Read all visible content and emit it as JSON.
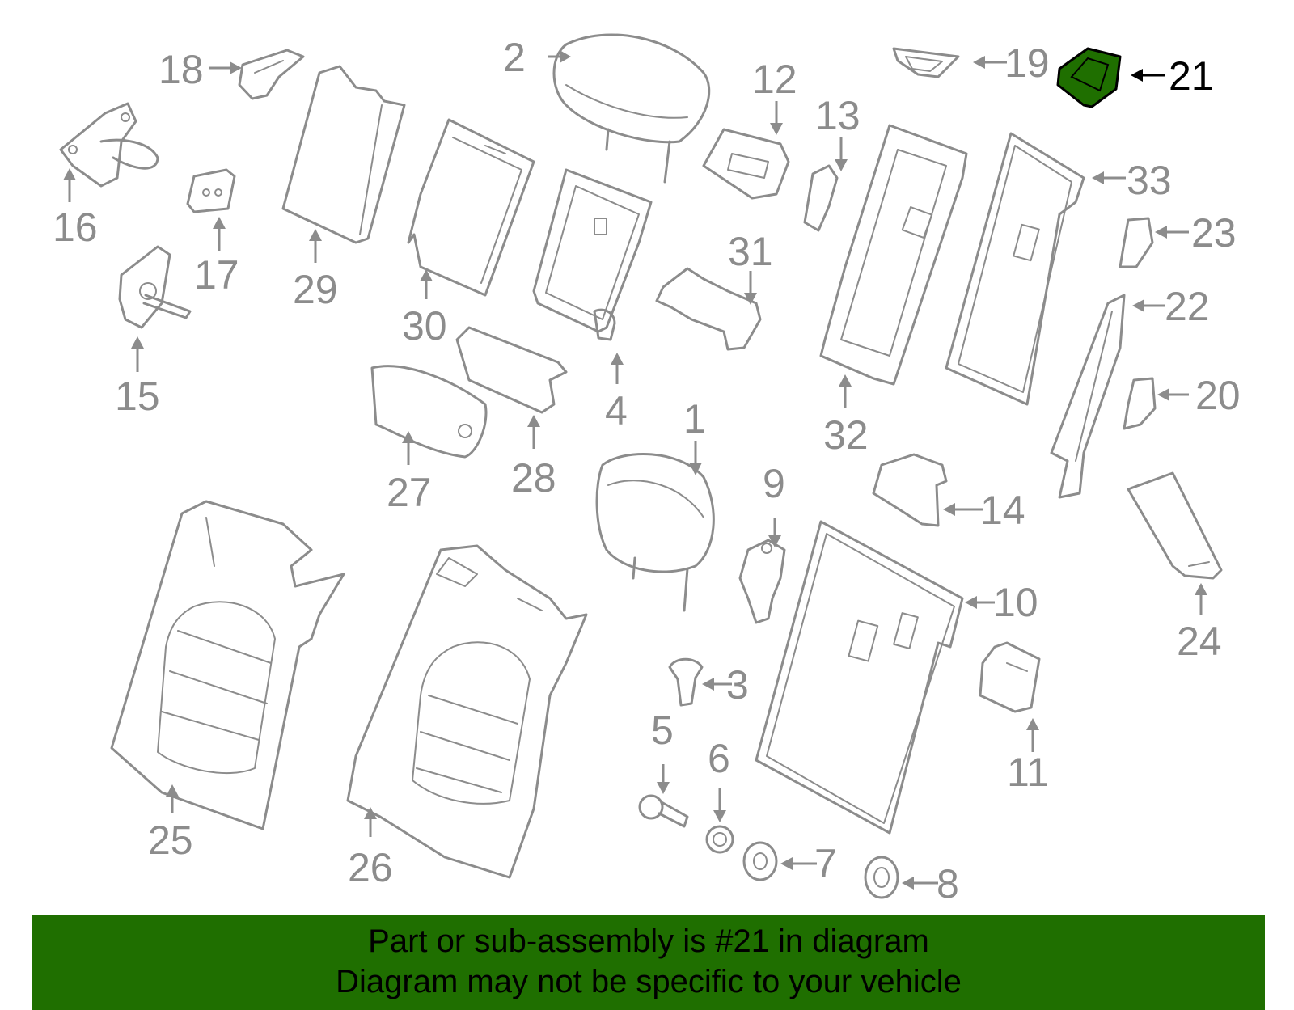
{
  "callouts": {
    "n1": "1",
    "n2": "2",
    "n3": "3",
    "n4": "4",
    "n5": "5",
    "n6": "6",
    "n7": "7",
    "n8": "8",
    "n9": "9",
    "n10": "10",
    "n11": "11",
    "n12": "12",
    "n13": "13",
    "n14": "14",
    "n15": "15",
    "n16": "16",
    "n17": "17",
    "n18": "18",
    "n19": "19",
    "n20": "20",
    "n21": "21",
    "n22": "22",
    "n23": "23",
    "n24": "24",
    "n25": "25",
    "n26": "26",
    "n27": "27",
    "n28": "28",
    "n29": "29",
    "n30": "30",
    "n31": "31",
    "n32": "32",
    "n33": "33"
  },
  "highlight": {
    "part": "21",
    "fill_color": "#1f6f00",
    "callout_color": "#000000"
  },
  "colors": {
    "line": "#8c8c8c",
    "banner": "#1f6f00",
    "banner_text": "#000000"
  },
  "banner": {
    "line1": "Part or sub-assembly is #21 in diagram",
    "line2": "Diagram may not be specific to your vehicle"
  }
}
